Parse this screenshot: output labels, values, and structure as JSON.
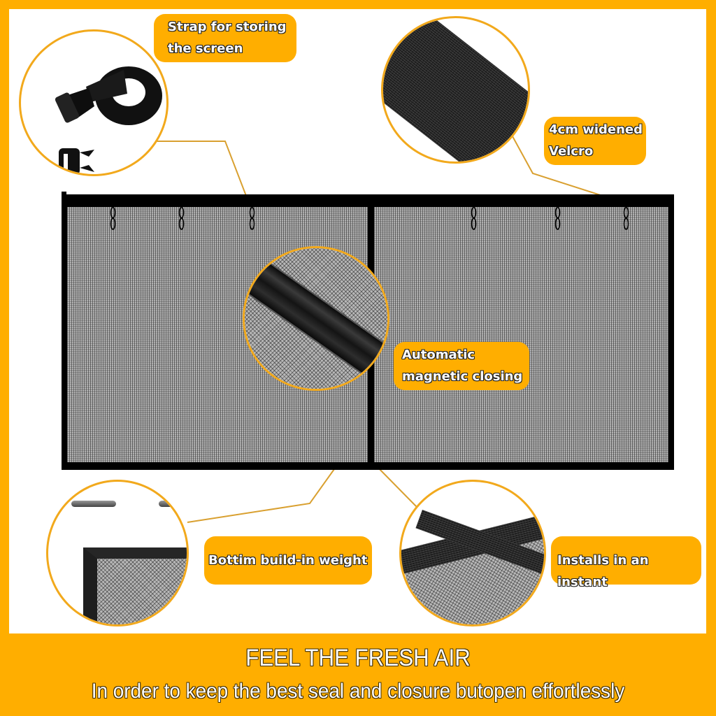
{
  "colors": {
    "accent": "#FFAE00",
    "circle_border": "#F2A91C",
    "frame": "#000000",
    "panel": "#FFFFFF",
    "mesh": "#9A9A9A"
  },
  "callouts": {
    "strap": {
      "line1": "Strap for storing",
      "line2": "the screen",
      "image": "buckle-strap-image"
    },
    "velcro": {
      "line1": "4cm widened",
      "line2": "Velcro",
      "image": "velcro-closeup-image"
    },
    "magnetic": {
      "line1": "Automatic",
      "line2": "magnetic closing",
      "image": "magnetic-seam-image"
    },
    "weight": {
      "line1": "Bottim build-in weight",
      "image": "bottom-weight-image"
    },
    "install": {
      "line1": "Installs in an instant",
      "image": "velcro-install-image"
    }
  },
  "product": {
    "name": "magnetic-screen-door",
    "panels": 2,
    "loops_per_panel": 3
  },
  "footer": {
    "title": "FEEL THE FRESH AIR",
    "subtitle": "In order to keep the best seal and closure butopen effortlessly"
  }
}
